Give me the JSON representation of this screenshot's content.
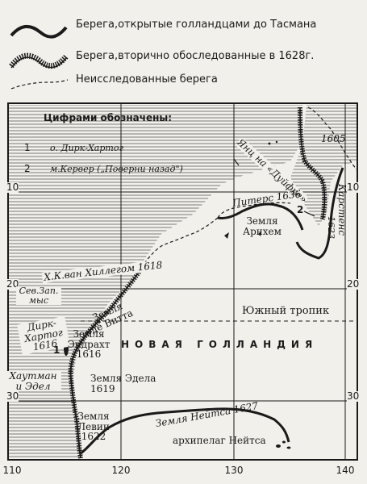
{
  "legend": {
    "solid_label": "Берега,открытые голландцами до Тасмана",
    "hatched_label": "Берега,вторично обоследованные в 1628г.",
    "dashed_label": "Неисследованные берега",
    "numbers_title": "Цифрами обозначены:",
    "items": [
      {
        "num": "1",
        "text": "о. Дирк-Хартог"
      },
      {
        "num": "2",
        "text": "м.Кервер („Поверни назад\")"
      }
    ]
  },
  "axes": {
    "lon_labels": [
      "110",
      "120",
      "130",
      "140"
    ],
    "lat_labels": [
      "10",
      "20",
      "30"
    ]
  },
  "places": {
    "jansz": "Янц на «Дуйфке»",
    "jansz_year": "1605",
    "carstensz": "Карстенс",
    "carstensz_year": "1623",
    "pieters": "Питерс 1636",
    "arnhem": "Земля\nАрнхем",
    "num2": "2",
    "hillegom": "Х.К.ван Хиллегом 1618",
    "nw_cape": "Сев.Зап.\nмыс",
    "de_witt": "Земля\nде Витта",
    "tropic": "Южный тропик",
    "dirk_hartog": "Дирк-\nХартог\n1616",
    "num1": "1",
    "eendracht": "Земля\nЭндрахт\n1616",
    "new_holland": "НОВАЯ ГОЛЛАНДИЯ",
    "houtman": "Хаутман\nи Эдел",
    "edel_land": "Земля Эдела\n1619",
    "leeuwin": "Земля\nЛевин\n1622",
    "nuyts_land": "Земля Нейтса 1627",
    "nuyts_arch": "архипелаг Нейтса"
  }
}
